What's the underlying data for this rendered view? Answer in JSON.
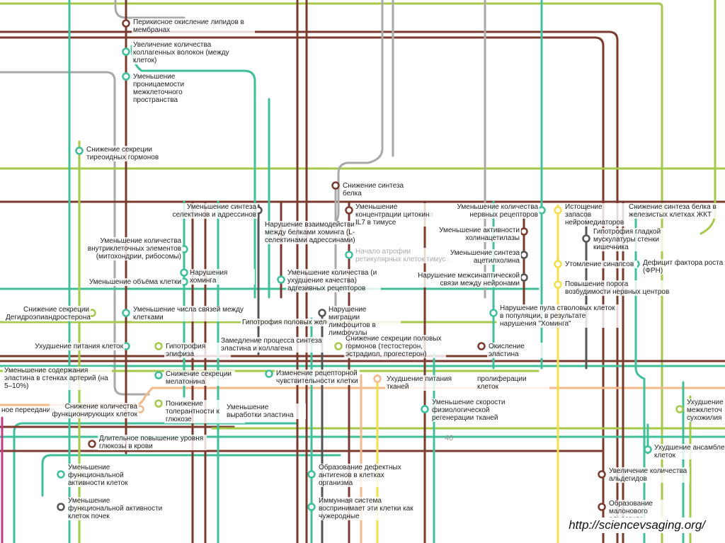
{
  "colors": {
    "teal": "#3fbf9a",
    "brown": "#7b3a2e",
    "olive": "#a6c94a",
    "gray": "#a9a9a9",
    "peach": "#f2b98a",
    "yellow": "#f4de4a",
    "darkgray": "#555555",
    "magenta": "#c23b8a"
  },
  "labels": {
    "l01": "Перикисное окисление липидов в мембранах",
    "l02": "Увеличение количества коллагенных волокон (между клеток)",
    "l03": "Уменьшение проницаемости межклеточного пространства",
    "l04": "Снижение секреции тиреоидных гормонов",
    "l05": "Снижение синтеза белка",
    "l06": "Уменьшение синтеза селектинов и адрессинов",
    "l07": "Нарушение взаимодействия между белками хоминга (L-селектинами адрессинами)",
    "l08": "Уменьшение концентрации цитокина IL7 в тимусе",
    "l09": "Начало атрофии ретикулярных клеток тимуса",
    "l10": "Уменьшение количества нервных рецепторов",
    "l11": "Истощение запасов нейромедиаторов",
    "l12": "Снижение синтеза белка в железистых клетках ЖКТ",
    "l13": "Уменьшение активности холинацетилазы",
    "l14": "Уменьшение синтеза ацетилхолина",
    "l15": "Нарушение межсинаптической связи между нейронами",
    "l16": "Гипотрофия гладкой мускулатуры стенки кишечника",
    "l17": "Утомление синапсов",
    "l18": "Дефицит фактора роста (ФРН)",
    "l19": "Повышение порога возбудимости нервных центров",
    "l20": "Уменьшение количества внутриклеточных элементов (митохондрии, рибосомы)",
    "l21": "Нарушения хоминга",
    "l22": "Уменьшение количества (и ухудшение качества) адгезивных рецепторов",
    "l23": "Уменьшение объёма клетки",
    "l24": "Снижение секреции Дегидроэпиандростерона",
    "l25": "Уменьшение числа связей между клетками",
    "l26": "Гипотрофия половых желез",
    "l27": "Нарушение миграции лимфоцитов в лимфоузлы",
    "l28": "Нарушение пула стволовых клеток в популяции, в результате нарушения \"Хоминга\"",
    "l29": "Ухудшение питания клеток",
    "l30": "Гипотрофия эпифиза",
    "l31": "Замедление процесса синтеза эластина и коллагена",
    "l32": "Снижение секреции половых гормонов (тестостерон, эстрадиол, прогестерон)",
    "l33": "Окисление эластина",
    "l34": "Уменьшение содержания эластина в стенках артерий (на 5–10%)",
    "l35": "Снижение секреции мелатонина",
    "l36": "Изменение рецепторной чувствительности клетки",
    "l37": "Ухудшение питания тканей",
    "l38": "пролиферации клеток",
    "l39": "ное переедание",
    "l40": "Снижение количества функционирующих клеток",
    "l41": "Понижение толерантности к глюкозе",
    "l42": "Уменьшение выработки эластина",
    "l43": "Уменьшение скорости физиологической регенерации тканей",
    "l44": "Ухудшение межклеточ сухожилия",
    "l45": "Длительное повышение уровня глюкозы в крови",
    "l46": "Ухудшение ансамбле клеток",
    "l47": "Уменьшение функциональной активности клеток",
    "l48": "Образование дефектных антигенов в клетках организма",
    "l49": "Увеличение количества альдегидов",
    "l50": "Уменьшение функциональной активности клеток почек",
    "l51": "Иммунная система воспринимает эти клетки как чужеродные",
    "l52": "Образование малонового альдегида"
  },
  "page_number": "40",
  "source_url": "http://sciencevsaging.org/"
}
